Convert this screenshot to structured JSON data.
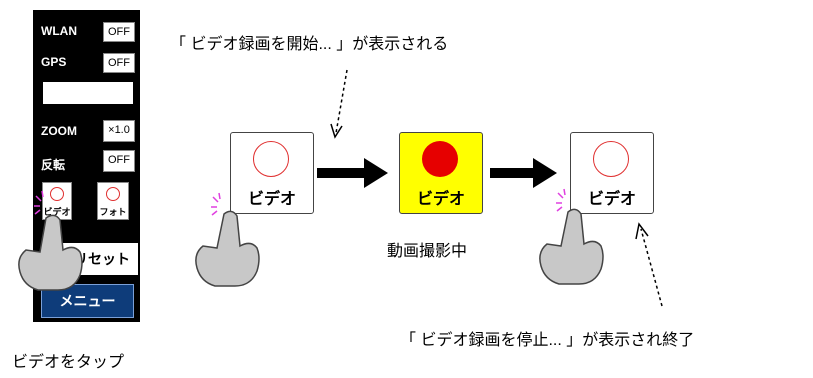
{
  "panel": {
    "wlan_label": "WLAN",
    "wlan_value": "OFF",
    "gps_label": "GPS",
    "gps_value": "OFF",
    "zoom_label": "ZOOM",
    "zoom_value": "×1.0",
    "flip_label": "反転",
    "flip_value": "OFF",
    "video_label": "ビデオ",
    "photo_label": "フォト",
    "reset_label": "リセット",
    "menu_label": "メニュー"
  },
  "steps": {
    "before_label": "ビデオ",
    "recording_label": "ビデオ",
    "after_label": "ビデオ",
    "recording_caption": "動画撮影中"
  },
  "captions": {
    "top": "「 ビデオ録画を開始... 」が表示される",
    "bottom": "「 ビデオ録画を停止... 」が表示され終了",
    "tap": "ビデオをタップ"
  },
  "colors": {
    "record_red": "#e60000",
    "record_bg": "#ffff00",
    "circle_outline": "#e03030",
    "menu_blue": "#0e3c7a"
  }
}
